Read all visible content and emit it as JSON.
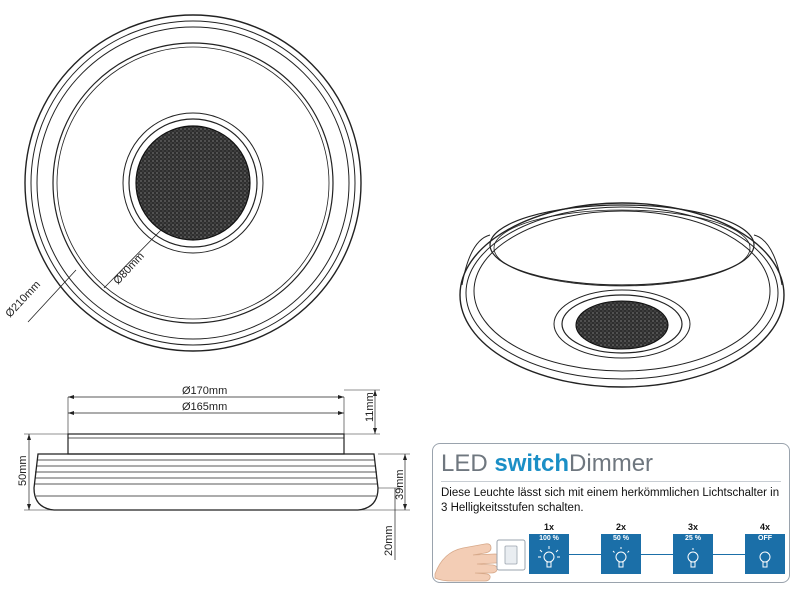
{
  "top_view": {
    "outer_diameter": "Ø210mm",
    "inner_diameter": "Ø80mm"
  },
  "side_view": {
    "top_width": "Ø170mm",
    "inner_width": "Ø165mm",
    "top_height": "11mm",
    "total_height": "50mm",
    "body_height": "39mm",
    "base_height": "20mm"
  },
  "panel": {
    "title_led": "LED ",
    "title_switch": "switch",
    "title_dimmer": "Dimmer",
    "description": "Diese Leuchte lässt sich mit einem herkömmlichen Lichtschalter in 3 Helligkeitsstufen schalten.",
    "steps": [
      {
        "count": "1x",
        "level": "100 %"
      },
      {
        "count": "2x",
        "level": "50 %"
      },
      {
        "count": "3x",
        "level": "25 %"
      },
      {
        "count": "4x",
        "level": "OFF"
      }
    ]
  },
  "colors": {
    "accent": "#1b8fc6",
    "step_box": "#1b6fa8",
    "title_gray": "#6f777f",
    "texture": "#3a3a3a"
  }
}
